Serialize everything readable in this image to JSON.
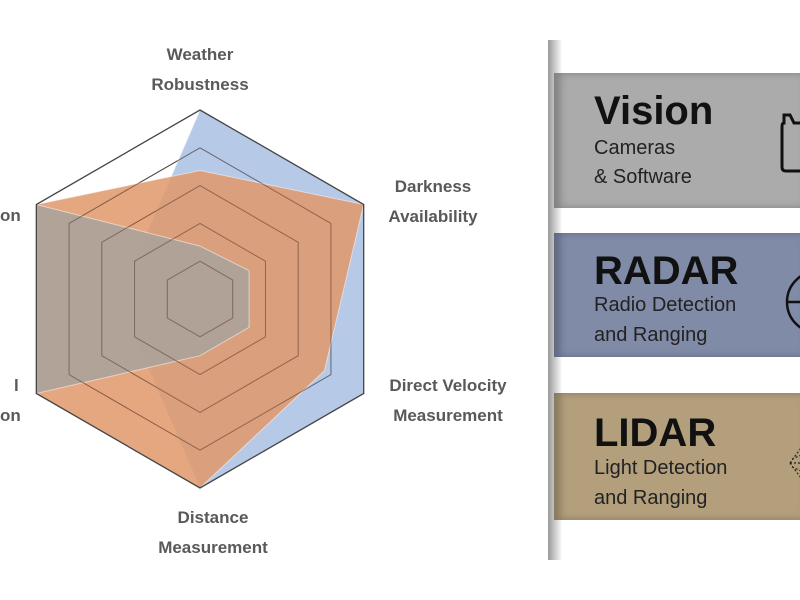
{
  "chart_data": {
    "type": "radar",
    "axes": [
      "Weather Robustness",
      "Darkness Availability",
      "Direct Velocity Measurement",
      "Distance Measurement",
      "l on",
      "on"
    ],
    "axis_labels": {
      "top": [
        "Weather",
        "Robustness"
      ],
      "upper_right": [
        "Darkness",
        "Availability"
      ],
      "lower_right": [
        "Direct Velocity",
        "Measurement"
      ],
      "bottom": [
        "Distance",
        "Measurement"
      ],
      "lower_left": [
        "l",
        "on"
      ],
      "upper_left": [
        "on"
      ]
    },
    "rlim": [
      0,
      5
    ],
    "rings": 5,
    "series": [
      {
        "key": "radar",
        "values": [
          5,
          5,
          5,
          5,
          2,
          2
        ],
        "color": "#9db7de"
      },
      {
        "key": "lidar",
        "values": [
          3.4,
          5,
          3.8,
          5,
          5,
          5
        ],
        "color": "#e0986a"
      },
      {
        "key": "vision",
        "values": [
          1.4,
          1.5,
          1.5,
          1.5,
          5,
          5
        ],
        "color": "#a9a29c"
      }
    ]
  },
  "panel": {
    "vision": {
      "title": "Vision",
      "sub1": "Cameras",
      "sub2": "& Software",
      "color": "#ababab",
      "icon": "camera-icon"
    },
    "radar": {
      "title": "RADAR",
      "sub1": "Radio Detection",
      "sub2": "and Ranging",
      "color": "#808ba7",
      "icon": "radar-icon"
    },
    "lidar": {
      "title": "LIDAR",
      "sub1": "Light Detection",
      "sub2": "and Ranging",
      "color": "#b39f7c",
      "icon": "lidar-icon"
    }
  }
}
